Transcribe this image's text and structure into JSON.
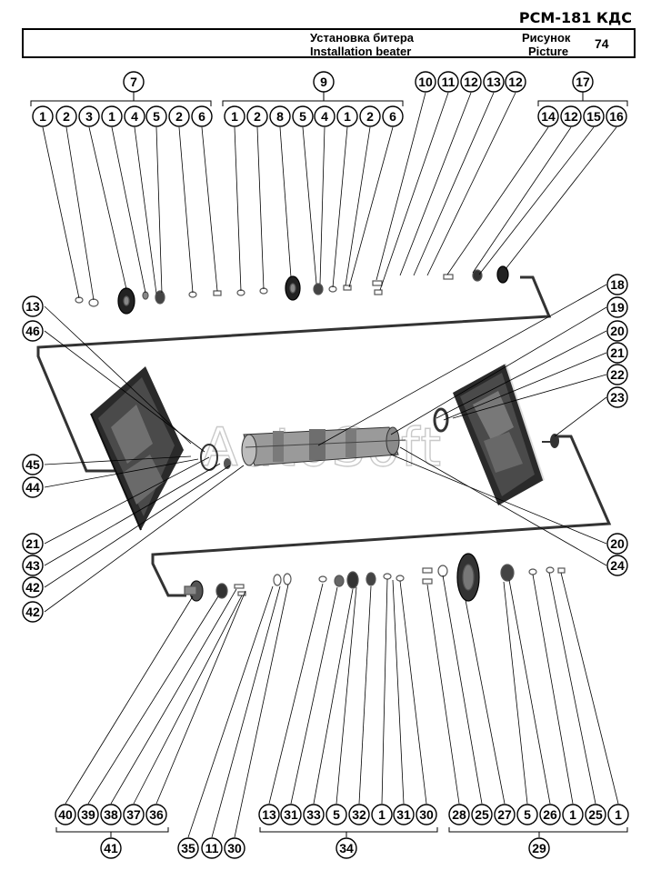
{
  "header": {
    "model_code": "РСМ-181 КДС",
    "title_ru": "Установка битера",
    "title_en": "Installation beater",
    "picture_label_ru": "Рисунок",
    "picture_label_en": "Picture",
    "picture_number": "74"
  },
  "watermark": "AutoSoft",
  "top_groups": [
    {
      "label": "7",
      "items": [
        "1",
        "2",
        "3",
        "1",
        "4",
        "5",
        "2",
        "6"
      ]
    },
    {
      "label": "9",
      "items": [
        "1",
        "2",
        "8",
        "5",
        "4",
        "1",
        "2",
        "6"
      ]
    },
    {
      "label": "17",
      "items": [
        "14",
        "12",
        "15",
        "16"
      ]
    }
  ],
  "top_singles": [
    "10",
    "11",
    "12",
    "13",
    "12"
  ],
  "left_callouts": [
    "13",
    "46",
    "45",
    "44",
    "21",
    "43",
    "42",
    "42"
  ],
  "right_callouts": [
    "18",
    "19",
    "20",
    "21",
    "22",
    "23",
    "20",
    "24"
  ],
  "bottom_groups": [
    {
      "label": "41",
      "items": [
        "40",
        "39",
        "38",
        "37",
        "36"
      ]
    },
    {
      "label": "34",
      "items": [
        "13",
        "31",
        "33",
        "5",
        "32",
        "1",
        "31",
        "30"
      ]
    },
    {
      "label": "29",
      "items": [
        "28",
        "25",
        "27",
        "5",
        "26",
        "1",
        "25",
        "1"
      ]
    }
  ],
  "bottom_singles": [
    "35",
    "11",
    "30"
  ]
}
